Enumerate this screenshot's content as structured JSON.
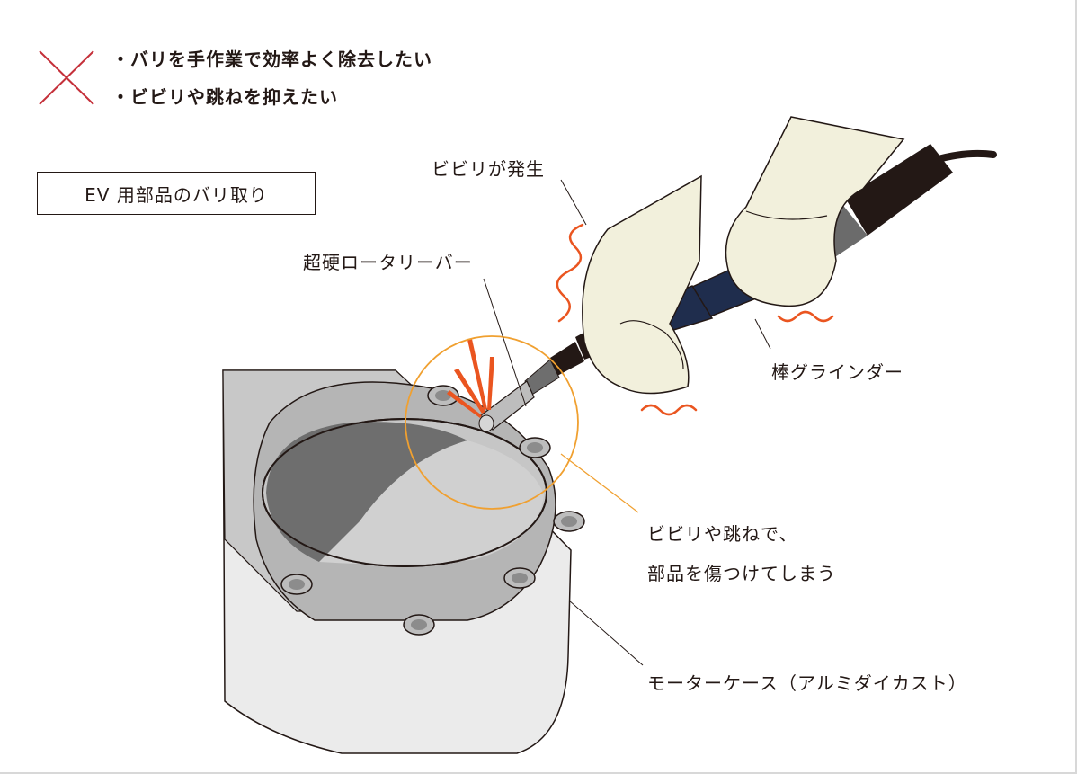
{
  "bullets": [
    "・バリを手作業で効率よく除去したい",
    "・ビビリや跳ねを抑えたい"
  ],
  "box_title": "EV 用部品のバリ取り",
  "labels": {
    "chatter": "ビビリが発生",
    "burr_tool": "超硬ロータリーバー",
    "grinder": "棒グラインダー",
    "damage_line1": "ビビリや跳ねで、",
    "damage_line2": "部品を傷つけてしまう",
    "case": "モーターケース（アルミダイカスト）"
  },
  "colors": {
    "cross": "#c5303a",
    "highlight_circle": "#f0a030",
    "vibration": "#ea5520",
    "grinder_body": "#1f2d4d",
    "glove": "#f2f0dc",
    "case_gray": "#c8c8c8"
  },
  "icons": [
    "cross-mark-icon",
    "vibration-wave-icon",
    "spark-icon"
  ]
}
